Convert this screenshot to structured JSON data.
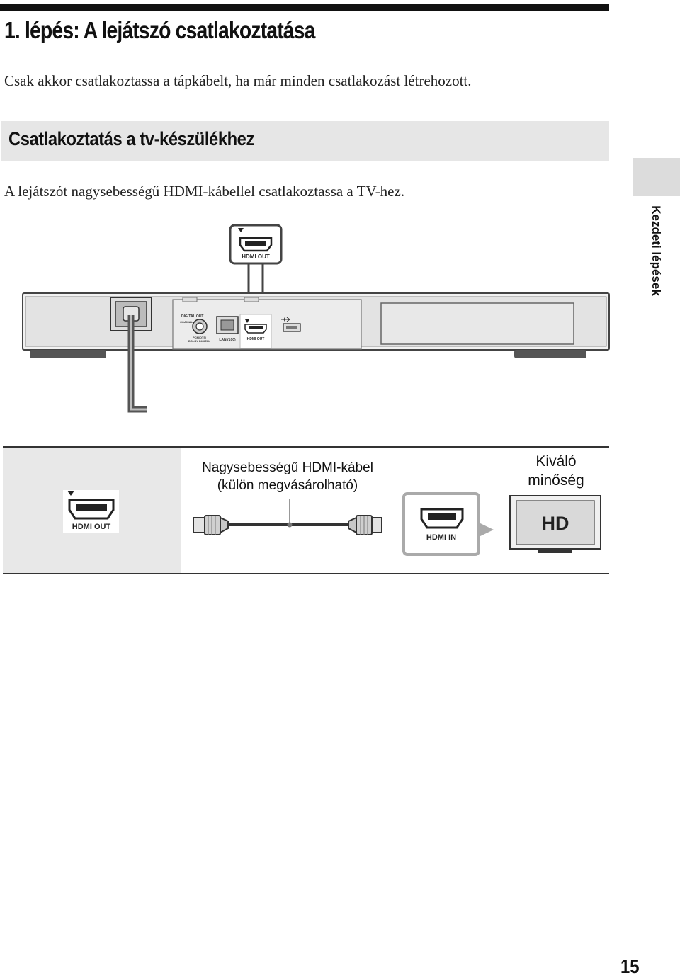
{
  "header": {
    "title": "1. lépés: A lejátszó csatlakoztatása",
    "intro": "Csak akkor csatlakoztassa a tápkábelt, ha már minden csatlakozást létrehozott."
  },
  "section": {
    "title": "Csatlakoztatás a tv-készülékhez",
    "body": "A lejátszót nagysebességű HDMI-kábellel csatlakoztassa a TV-hez."
  },
  "side_tab": {
    "label": "Kezdeti lépések"
  },
  "diagram": {
    "callout_label": "HDMI OUT",
    "panel_labels": {
      "digital_out": "DIGITAL OUT",
      "coaxial": "COAXIAL",
      "pcm": "PCM/DTS/",
      "dolby": "DOLBY DIGITAL",
      "lan": "LAN (100)",
      "hdmi_out": "HDMI OUT"
    }
  },
  "connection_table": {
    "source_port": "HDMI OUT",
    "cable_line1": "Nagysebességű HDMI-kábel",
    "cable_line2": "(külön megvásárolható)",
    "tv_port": "HDMI IN",
    "quality_line1": "Kiváló",
    "quality_line2": "minőség",
    "tv_screen_text": "HD"
  },
  "footer": {
    "page_number": "15"
  }
}
